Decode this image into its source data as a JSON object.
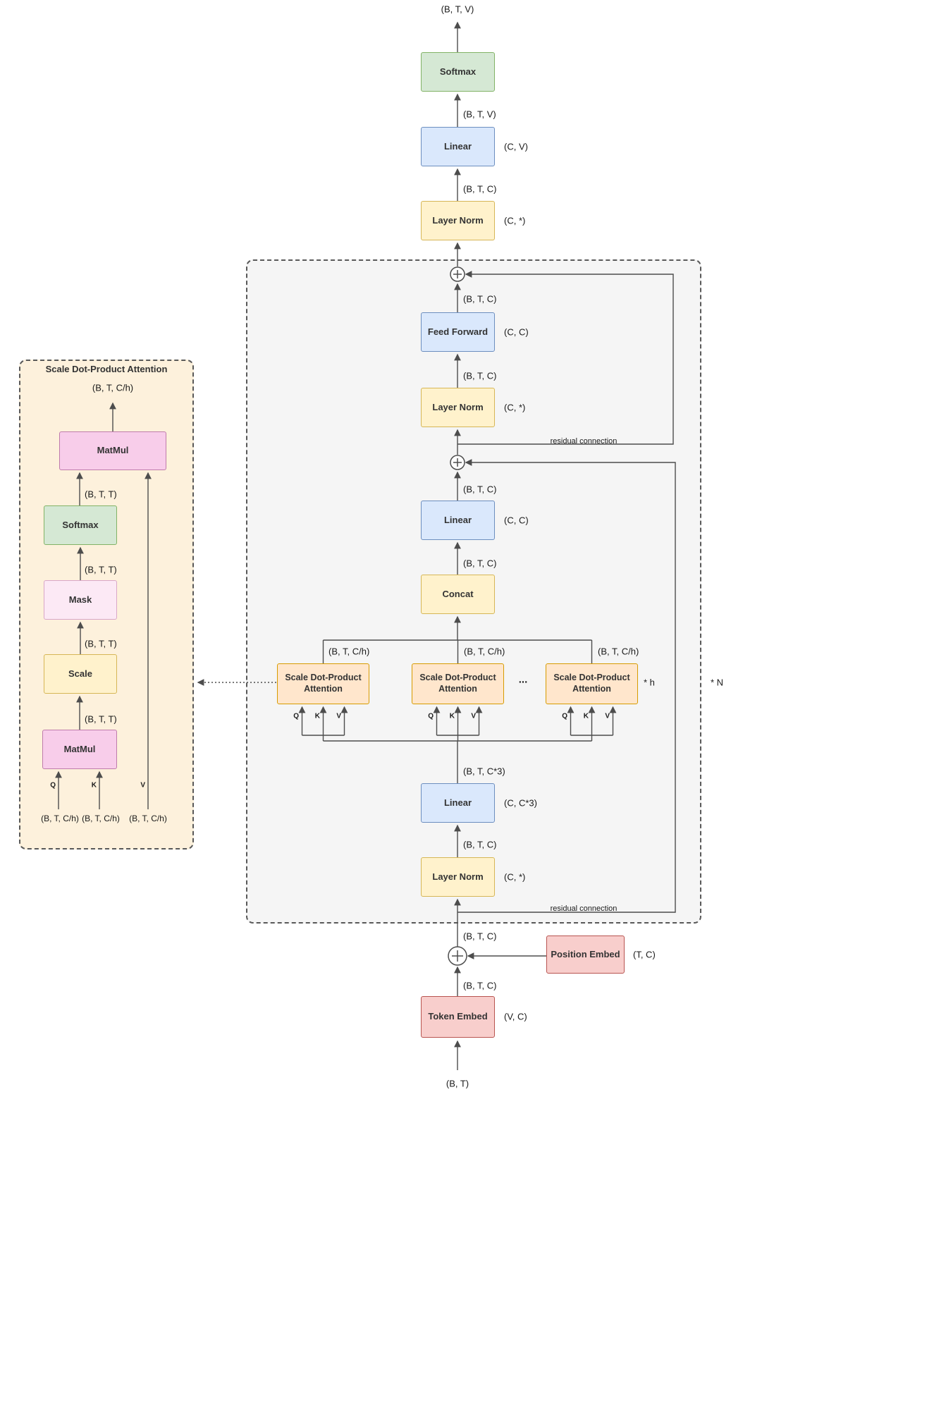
{
  "palette": {
    "softmax_green": "#d5e8d4",
    "linear_blue": "#dae8fc",
    "norm_yellow": "#fff2cc",
    "embed_red": "#f8cecc",
    "attention_tan": "#ffe6cc",
    "matmul_pink": "#f8cdea",
    "mask_pink": "#fce9f5",
    "block_gray": "#f5f5f5",
    "panel_cream": "#fdf1dc"
  },
  "main": {
    "boxes": {
      "softmax": "Softmax",
      "linear_head": "Linear",
      "layer_norm_3": "Layer Norm",
      "feed_forward": "Feed Forward",
      "layer_norm_2": "Layer Norm",
      "linear_proj": "Linear",
      "concat": "Concat",
      "attention": "Scale Dot-Product Attention",
      "linear_qkv": "Linear",
      "layer_norm_1": "Layer Norm",
      "position_embed": "Position Embed",
      "token_embed": "Token Embed"
    },
    "side_labels": {
      "linear_head": "(C, V)",
      "layer_norm_3": "(C, *)",
      "feed_forward": "(C, C)",
      "layer_norm_2": "(C, *)",
      "linear_proj": "(C, C)",
      "linear_qkv": "(C, C*3)",
      "layer_norm_1": "(C, *)",
      "position_embed": "(T, C)",
      "token_embed": "(V, C)"
    },
    "edge_labels": {
      "output": "(B, T, V)",
      "after_linear_head": "(B, T, V)",
      "after_ln3": "(B, T, C)",
      "after_ff": "(B, T, C)",
      "after_ln2": "(B, T, C)",
      "after_linear_proj": "(B, T, C)",
      "after_concat": "(B, T, C)",
      "attn_out_left": "(B, T, C/h)",
      "attn_out_mid": "(B, T, C/h)",
      "attn_out_right": "(B, T, C/h)",
      "after_linear_qkv": "(B, T, C*3)",
      "after_ln1": "(B, T, C)",
      "after_add_pos": "(B, T, C)",
      "after_token": "(B, T, C)",
      "input": "(B, T)"
    },
    "residual_label": "residual connection",
    "heads_multiplier": "* h",
    "layers_multiplier": "* N",
    "ellipsis": "...",
    "qkv": [
      "Q",
      "K",
      "V"
    ]
  },
  "panel": {
    "title": "Scale Dot-Product Attention",
    "output_label": "(B, T, C/h)",
    "boxes": {
      "matmul_av": "MatMul",
      "softmax": "Softmax",
      "mask": "Mask",
      "scale": "Scale",
      "matmul_qk": "MatMul"
    },
    "edge_labels": {
      "after_softmax": "(B, T, T)",
      "after_mask": "(B, T, T)",
      "after_scale": "(B, T, T)",
      "after_matmul": "(B, T, T)"
    },
    "qkv": [
      "Q",
      "K",
      "V"
    ],
    "input_labels": [
      "(B, T, C/h)",
      "(B, T, C/h)",
      "(B, T, C/h)"
    ]
  }
}
